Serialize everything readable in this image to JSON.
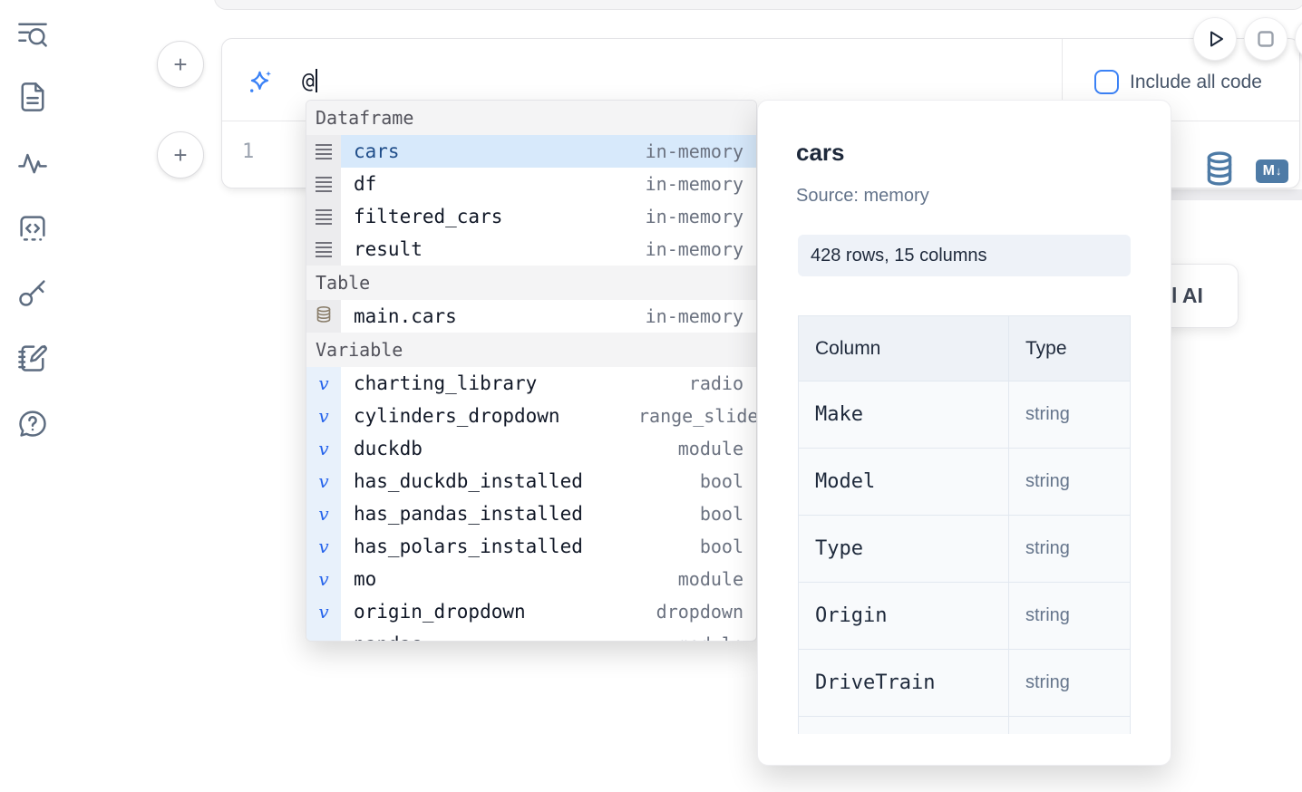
{
  "sidebar": {
    "icons": [
      {
        "name": "toc-search-icon"
      },
      {
        "name": "file-document-icon"
      },
      {
        "name": "activity-icon"
      },
      {
        "name": "code-snippets-icon"
      },
      {
        "name": "key-icon"
      },
      {
        "name": "scratchpad-icon"
      },
      {
        "name": "help-chat-icon"
      }
    ]
  },
  "run_controls": {
    "play_icon": "play",
    "stop_icon": "stop"
  },
  "cell": {
    "prompt": {
      "icon": "sparkles",
      "value": "@"
    },
    "include_all_code_label": "Include all code",
    "line_number": "1",
    "actions": {
      "datasource_icon": "database",
      "markdown_badge": "M",
      "markdown_arrow": "↓"
    }
  },
  "ai_button": {
    "visible_label": "l AI"
  },
  "autocomplete": {
    "sections": [
      {
        "label": "Dataframe",
        "items": [
          {
            "kind": "dataframe",
            "name": "cars",
            "type": "in-memory",
            "selected": true
          },
          {
            "kind": "dataframe",
            "name": "df",
            "type": "in-memory"
          },
          {
            "kind": "dataframe",
            "name": "filtered_cars",
            "type": "in-memory"
          },
          {
            "kind": "dataframe",
            "name": "result",
            "type": "in-memory"
          }
        ]
      },
      {
        "label": "Table",
        "items": [
          {
            "kind": "table",
            "name": "main.cars",
            "type": "in-memory"
          }
        ]
      },
      {
        "label": "Variable",
        "items": [
          {
            "kind": "variable",
            "name": "charting_library",
            "type": "radio"
          },
          {
            "kind": "variable",
            "name": "cylinders_dropdown",
            "type": "range_slider",
            "type_clipped": true
          },
          {
            "kind": "variable",
            "name": "duckdb",
            "type": "module"
          },
          {
            "kind": "variable",
            "name": "has_duckdb_installed",
            "type": "bool"
          },
          {
            "kind": "variable",
            "name": "has_pandas_installed",
            "type": "bool"
          },
          {
            "kind": "variable",
            "name": "has_polars_installed",
            "type": "bool"
          },
          {
            "kind": "variable",
            "name": "mo",
            "type": "module"
          },
          {
            "kind": "variable",
            "name": "origin_dropdown",
            "type": "dropdown"
          },
          {
            "kind": "variable",
            "name": "pandas",
            "type": "module",
            "clipped_row": true
          }
        ]
      }
    ]
  },
  "preview_panel": {
    "title": "cars",
    "source": "Source: memory",
    "shape": "428 rows, 15 columns",
    "table": {
      "headers": [
        "Column",
        "Type"
      ],
      "rows": [
        [
          "Make",
          "string"
        ],
        [
          "Model",
          "string"
        ],
        [
          "Type",
          "string"
        ],
        [
          "Origin",
          "string"
        ],
        [
          "DriveTrain",
          "string"
        ]
      ]
    }
  },
  "colors": {
    "accent_blue": "#3b82f6",
    "selected_row_bg": "#d7e9fb",
    "selected_row_text": "#204e8a",
    "steel_blue_icon": "#4e7ba6",
    "variable_icon_blue": "#2563eb",
    "table_icon_brown": "#8a7e6b",
    "muted_text": "#6b7280",
    "dark_text": "#111827"
  }
}
